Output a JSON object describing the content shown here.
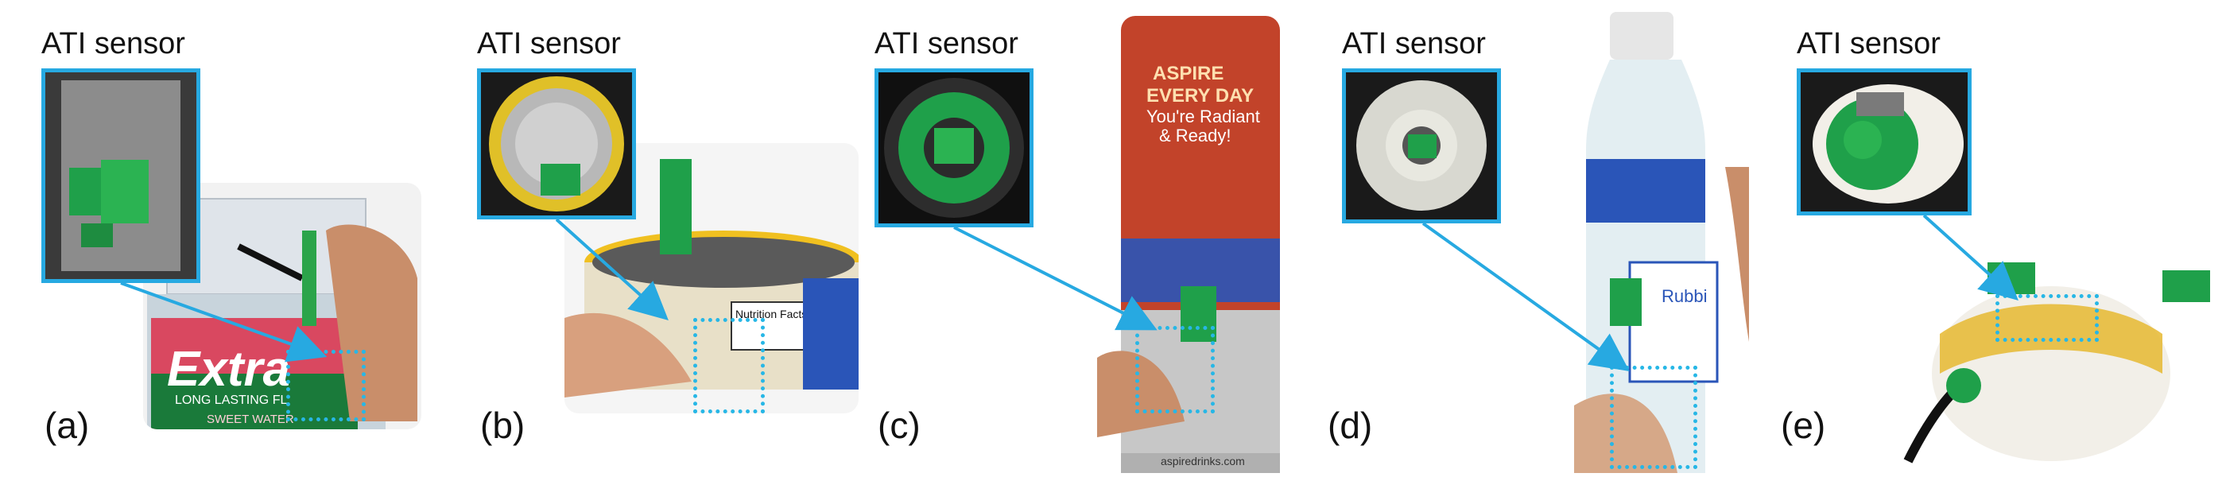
{
  "figure": {
    "panels": [
      {
        "letter": "(a)",
        "sensor_label": "ATI sensor",
        "object": "gum-box"
      },
      {
        "letter": "(b)",
        "sensor_label": "ATI sensor",
        "object": "tin-can"
      },
      {
        "letter": "(c)",
        "sensor_label": "ATI sensor",
        "object": "drink-can"
      },
      {
        "letter": "(d)",
        "sensor_label": "ATI sensor",
        "object": "bottle"
      },
      {
        "letter": "(e)",
        "sensor_label": "ATI sensor",
        "object": "ball"
      }
    ],
    "product_text": {
      "gum_brand": "Extra",
      "gum_sub": "LONG LASTING FL",
      "gum_flavor": "SWEET WATER",
      "nutrition": "Nutrition Facts Se",
      "can_line1": "ASPIRE",
      "can_line2": "EVERY DAY",
      "can_line3": "You're Radiant",
      "can_line4": "& Ready!",
      "can_bottom": "aspiredrinks.com",
      "bottle_label": "Rubbi"
    },
    "colors": {
      "leader_blue": "#27a9e1",
      "sensor_green": "#1fa04a",
      "tape_blue": "#2a55b8",
      "can_red": "#c2432a"
    }
  }
}
